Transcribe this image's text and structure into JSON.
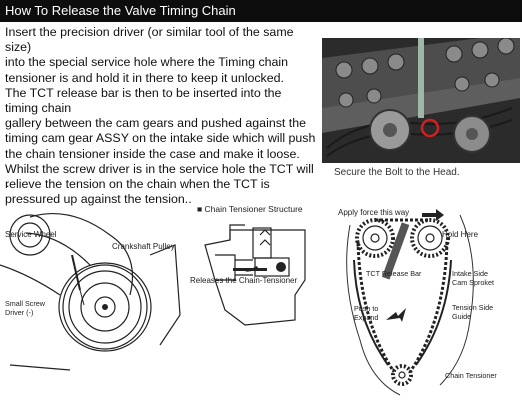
{
  "header": {
    "title": "How To Release the Valve Timing Chain"
  },
  "instructions": {
    "lines": [
      "Insert the precision driver (or similar tool of the same size)",
      "into the special service hole where the Timing chain",
      "tensioner is and hold it in there to keep it unlocked.",
      "The TCT release bar is then to be inserted into the timing chain",
      "gallery between the cam gears and pushed against the",
      "timing cam gear ASSY on the intake side which will push",
      "the chain tensioner inside the case and make it loose.",
      "Whilst the screw driver is in the service hole the TCT will",
      "relieve the tension on the chain when the TCT is",
      "pressured up against the tension.."
    ],
    "stray_mark": "."
  },
  "photo": {
    "caption": "Secure the Bolt to the Head."
  },
  "diagram_left": {
    "service_wheel": "Service Wheel",
    "crankshaft_pulley": "Crankshaft Pulley",
    "small_screw_driver_line1": "Small Screw",
    "small_screw_driver_line2": "Driver (-)"
  },
  "diagram_middle": {
    "heading_marker": "■",
    "heading": "Chain Tensioner Structure",
    "release_label": "Releases the Chain-Tensioner"
  },
  "diagram_right": {
    "apply_force": "Apply force this way",
    "hold_here": "Hold Here",
    "tct_release_bar": "TCT Release Bar",
    "intake_side_line1": "Intake Side",
    "intake_side_line2": "Cam Sproket",
    "push_to_line1": "Push to",
    "push_to_line2": "Expand",
    "tension_side_line1": "Tension Side",
    "tension_side_line2": "Guide",
    "chain_tensioner": "Chain Tensioner"
  }
}
